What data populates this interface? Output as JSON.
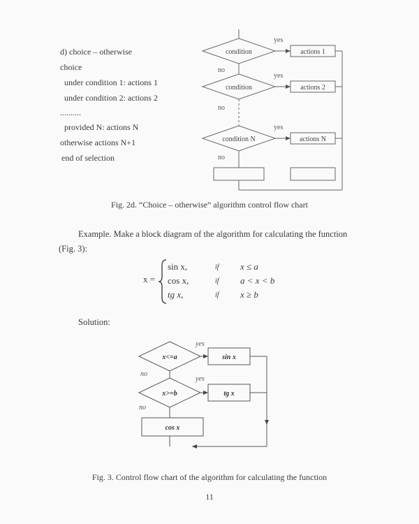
{
  "pseudocode": {
    "l1": "d) choice – otherwise",
    "l2": "choice",
    "l3": "under condition 1: actions 1",
    "l4": "under condition 2: actions 2",
    "l5": "..........",
    "l6": "provided N: actions N",
    "l7": "otherwise actions N+1",
    "l8": "end of selection"
  },
  "flow1": {
    "cond1": "condition",
    "cond2": "condition",
    "condN": "condition N",
    "act1": "actions 1",
    "act2": "actions 2",
    "actN": "actions N",
    "yes": "yes",
    "no": "no"
  },
  "fig2d_caption": "Fig. 2d. “Choice – otherwise” algorithm control flow chart",
  "example_text_line1": "Example. Make a block diagram of the algorithm for calculating the function",
  "example_text_line2": "(Fig. 3):",
  "formula": {
    "lhs": "x =",
    "rows": [
      {
        "expr": "sin  x,",
        "if": "if",
        "cond": "x ≤ a"
      },
      {
        "expr": "cos  x,",
        "if": "if",
        "cond": "a < x < b"
      },
      {
        "expr": "tg  x,",
        "if": "if",
        "cond": "x ≥ b"
      }
    ]
  },
  "solution_label": "Solution:",
  "flow2": {
    "cond1": "x<=a",
    "cond2": "x>=b",
    "box1": "sin x",
    "box2": "tg x",
    "box3": "cos x",
    "yes": "yes",
    "no": "no"
  },
  "fig3_caption": "Fig. 3. Control flow chart of the algorithm for calculating the function",
  "page_number": "11"
}
